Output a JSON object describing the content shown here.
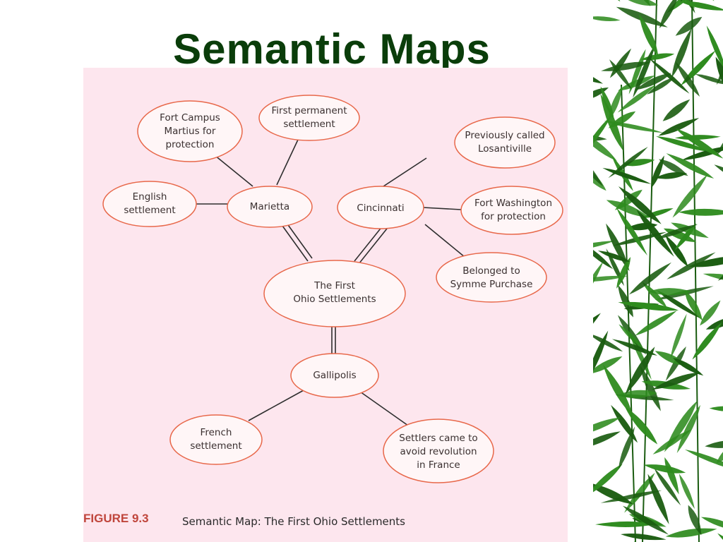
{
  "slide": {
    "title": "Semantic Maps"
  },
  "figure": {
    "label": "FIGURE 9.3",
    "caption": "Semantic Map: The First Ohio Settlements"
  },
  "nodes": {
    "center": [
      "The First",
      "Ohio Settlements"
    ],
    "marietta": [
      "Marietta"
    ],
    "cincinnati": [
      "Cincinnati"
    ],
    "gallipolis": [
      "Gallipolis"
    ],
    "fort_campus": [
      "Fort Campus",
      "Martius for",
      "protection"
    ],
    "first_permanent": [
      "First permanent",
      "settlement"
    ],
    "english": [
      "English",
      "settlement"
    ],
    "losantiville": [
      "Previously called",
      "Losantiville"
    ],
    "fort_washington": [
      "Fort Washington",
      "for protection"
    ],
    "symme": [
      "Belonged to",
      "Symme Purchase"
    ],
    "french": [
      "French",
      "settlement"
    ],
    "settlers": [
      "Settlers came to",
      "avoid revolution",
      "in France"
    ]
  },
  "colors": {
    "panel_background": "#fde6ee",
    "node_outline": "#e8684a",
    "node_fill": "#fff6f7",
    "connector": "#2e2e2e",
    "title": "#0a3d0a",
    "caption_label": "#c0463c",
    "bamboo_leaf": "#2e8b1e",
    "bamboo_dark": "#1a5c10"
  },
  "decorations": {
    "right_border": "bamboo-leaves"
  }
}
